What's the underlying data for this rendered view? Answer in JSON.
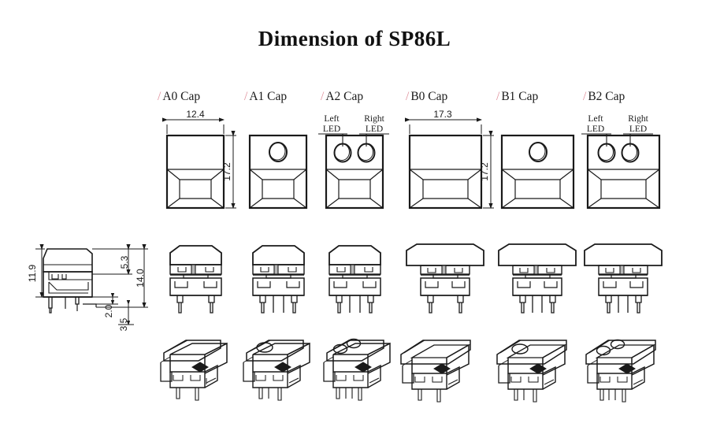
{
  "drawing": {
    "title": "Dimension of SP86L",
    "units": "mm",
    "columns": [
      {
        "id": "a0",
        "slash": "/",
        "label": "A0 Cap",
        "leds": 0,
        "wide": false,
        "dims": {
          "width": "12.4",
          "height": "17.2"
        }
      },
      {
        "id": "a1",
        "slash": "/",
        "label": "A1 Cap",
        "leds": 1,
        "wide": false,
        "dims": {
          "width": "",
          "height": ""
        }
      },
      {
        "id": "a2",
        "slash": "/",
        "label": "A2 Cap",
        "leds": 2,
        "wide": false,
        "dims": {
          "width": "",
          "height": ""
        },
        "led_labels": {
          "left": "Left\nLED",
          "right": "Right\nLED"
        }
      },
      {
        "id": "b0",
        "slash": "/",
        "label": "B0 Cap",
        "leds": 0,
        "wide": true,
        "dims": {
          "width": "17.3",
          "height": "17.2"
        }
      },
      {
        "id": "b1",
        "slash": "/",
        "label": "B1 Cap",
        "leds": 1,
        "wide": true,
        "dims": {
          "width": "",
          "height": ""
        }
      },
      {
        "id": "b2",
        "slash": "/",
        "label": "B2 Cap",
        "leds": 2,
        "wide": true,
        "dims": {
          "width": "",
          "height": ""
        },
        "led_labels": {
          "left": "Left\nLED",
          "right": "Right\nLED"
        }
      }
    ],
    "led_label_left_line1": "Left",
    "led_label_left_line2": "LED",
    "led_label_right_line1": "Right",
    "led_label_right_line2": "LED",
    "side_view_dims": {
      "body_height": "11.9",
      "cap_travel": "5.3",
      "total_height": "14.0",
      "pin_step": "2.0",
      "pin_length": "3.5"
    },
    "cap_width_a": "12.4",
    "cap_width_b": "17.3",
    "cap_height": "17.2",
    "rows": [
      {
        "id": "top-view-row",
        "name": "Top view row"
      },
      {
        "id": "front-view-row",
        "name": "Front view row"
      },
      {
        "id": "iso-view-row",
        "name": "Isometric view row"
      }
    ],
    "colors": {
      "line": "#1a1a1a",
      "slash": "#e0909c",
      "background": "#ffffff"
    }
  }
}
